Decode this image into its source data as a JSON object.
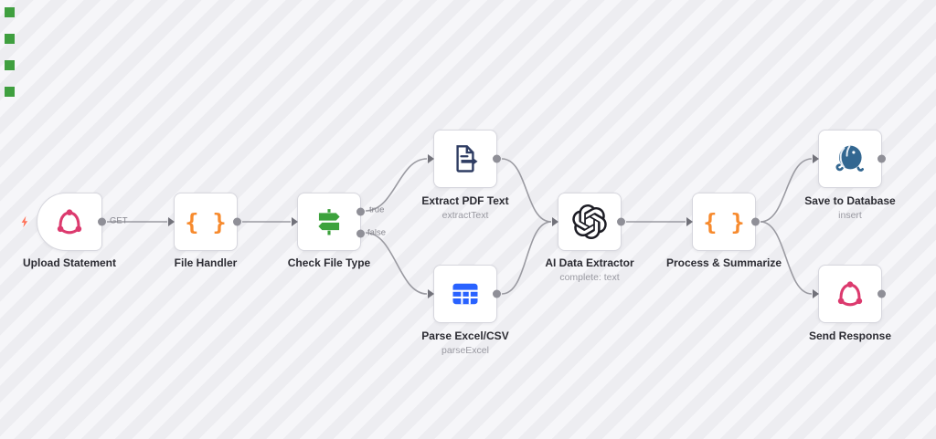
{
  "canvas": {
    "background": "#f1f1f5",
    "stripe_light": "#f6f6f9",
    "stripe_dark": "#ededf1",
    "marker_color": "#3f9f3f"
  },
  "connection_labels": {
    "get": "GET",
    "true_branch": "true",
    "false_branch": "false"
  },
  "nodes": [
    {
      "label": "Upload Statement",
      "icon": "webhook-icon",
      "type": "trigger",
      "accent": "#dc3a6e"
    },
    {
      "label": "File Handler",
      "icon": "code-icon",
      "glyph": "{ }",
      "accent": "#f78a2d"
    },
    {
      "label": "Check File Type",
      "icon": "switch-icon",
      "accent": "#3ca23c"
    },
    {
      "label": "Extract PDF Text",
      "subtitle": "extractText",
      "icon": "file-extract-icon",
      "accent": "#2f3d63"
    },
    {
      "label": "Parse Excel/CSV",
      "subtitle": "parseExcel",
      "icon": "spreadsheet-icon",
      "accent": "#2962ff"
    },
    {
      "label": "AI Data Extractor",
      "subtitle": "complete: text",
      "icon": "openai-icon",
      "accent": "#1c1c24"
    },
    {
      "label": "Process & Summarize",
      "icon": "code-icon",
      "glyph": "{ }",
      "accent": "#f78a2d"
    },
    {
      "label": "Save to Database",
      "subtitle": "insert",
      "icon": "postgres-icon",
      "accent": "#336791"
    },
    {
      "label": "Send Response",
      "icon": "webhook-icon",
      "accent": "#dc3a6e"
    }
  ]
}
